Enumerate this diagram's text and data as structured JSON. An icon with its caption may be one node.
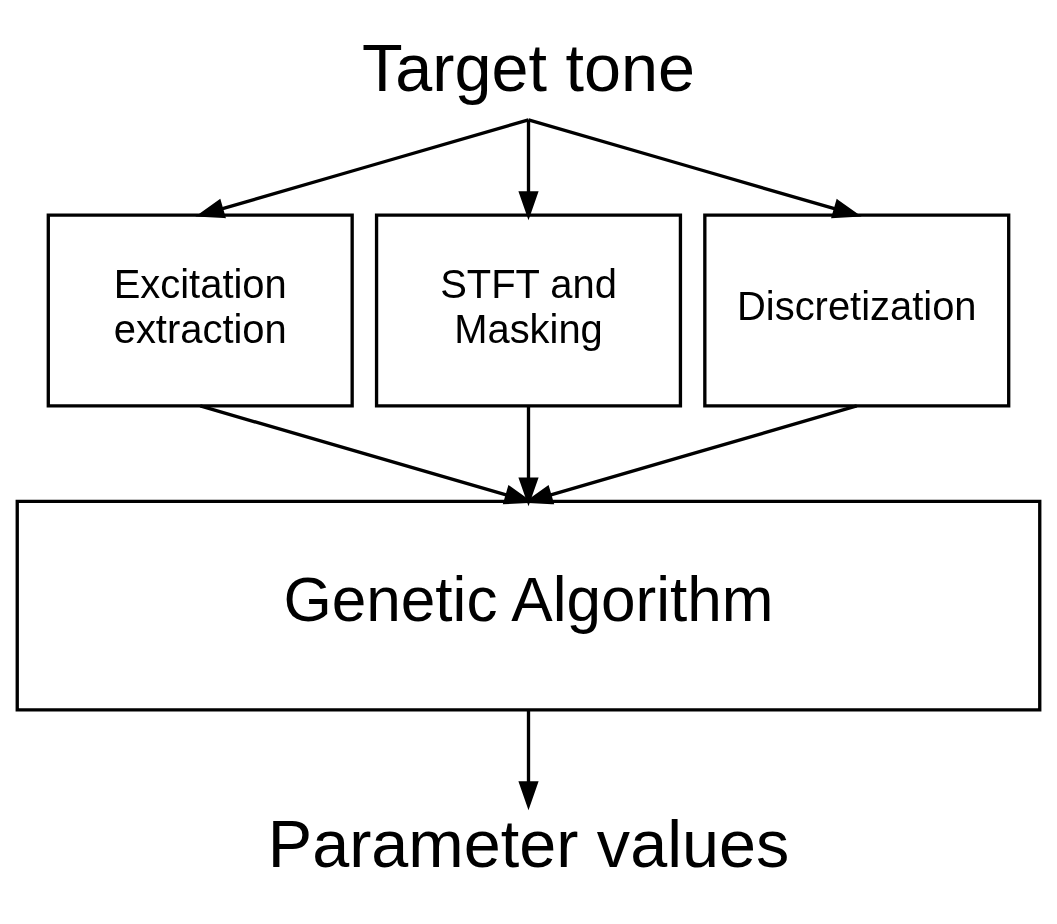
{
  "diagram": {
    "nodes": [
      {
        "text": [
          "Target tone"
        ]
      },
      {
        "text": [
          "Excitation extraction"
        ]
      },
      {
        "text": [
          "STFT and Masking"
        ]
      },
      {
        "text": [
          "Discretization"
        ]
      },
      {
        "text": [
          "Genetic Algorithm"
        ]
      },
      {
        "text": [
          "Parameter values"
        ]
      }
    ],
    "edges": [
      {
        "from": 0,
        "to": 1,
        "arrow": "to"
      },
      {
        "from": 0,
        "to": 2,
        "arrow": "to"
      },
      {
        "from": 0,
        "to": 3,
        "arrow": "to"
      },
      {
        "from": 1,
        "to": 4,
        "arrow": "to"
      },
      {
        "from": 2,
        "to": 4,
        "arrow": "to"
      },
      {
        "from": 3,
        "to": 4,
        "arrow": "to"
      },
      {
        "from": 4,
        "to": 5,
        "arrow": "to"
      }
    ]
  }
}
